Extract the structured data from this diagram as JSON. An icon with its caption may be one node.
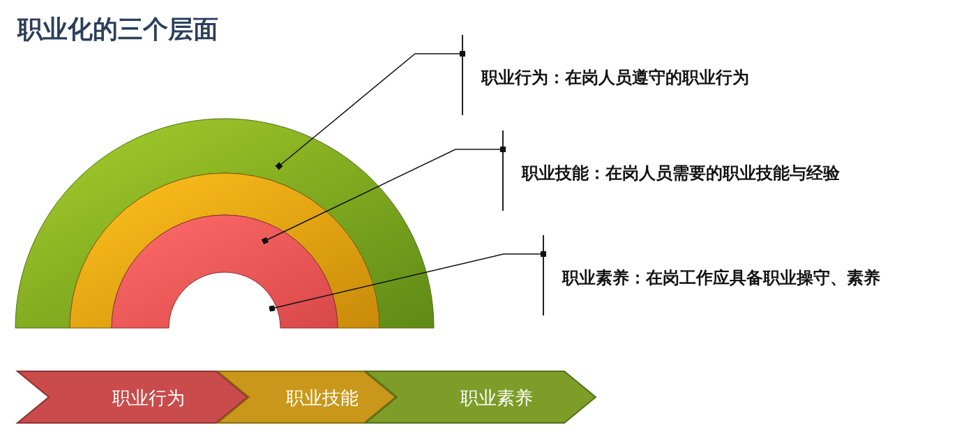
{
  "diagram": {
    "title": "职业化的三个层面",
    "nodes": [
      {
        "text": [
          "职业行为：在岗人员遵守的职业行为"
        ]
      },
      {
        "text": [
          "职业技能：在岗人员需要的职业技能与经验"
        ]
      },
      {
        "text": [
          "职业素养：在岗工作应具备职业操守、素养"
        ]
      },
      {
        "text": [],
        "shape": "arch"
      },
      {
        "text": [],
        "shape": "arch"
      },
      {
        "text": [],
        "shape": "arch"
      },
      {
        "text": [
          "职业行为"
        ]
      },
      {
        "text": [
          "职业技能"
        ]
      },
      {
        "text": [
          "职业素养"
        ]
      }
    ],
    "edges": [
      {
        "from": 0,
        "to": 3,
        "arrow": "other"
      },
      {
        "from": 1,
        "to": 4,
        "arrow": "other"
      },
      {
        "from": 2,
        "to": 5,
        "arrow": "other"
      }
    ]
  }
}
